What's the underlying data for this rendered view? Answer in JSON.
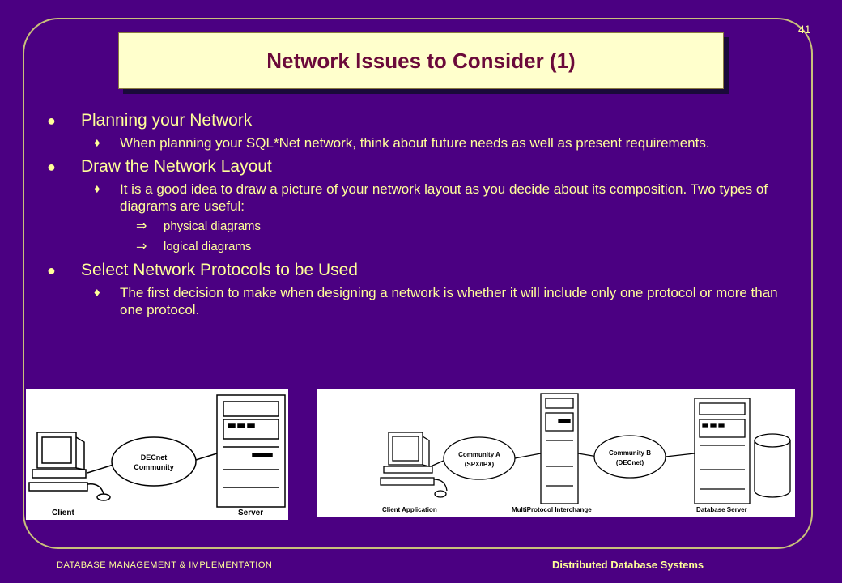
{
  "slide": {
    "number": "41",
    "title": "Network Issues to Consider (1)",
    "footer_left": "DATABASE  MANAGEMENT  & IMPLEMENTATION",
    "footer_right": "Distributed Database Systems"
  },
  "bullets": [
    {
      "text": "Planning your Network",
      "sub": [
        {
          "text": "When planning your SQL*Net network, think about future needs as well as present requirements."
        }
      ]
    },
    {
      "text": "Draw the Network Layout",
      "sub": [
        {
          "text": "It is a good idea to draw a picture of your network layout as you decide about its composition. Two types of diagrams are useful:",
          "items": [
            "physical diagrams",
            "logical diagrams"
          ]
        }
      ]
    },
    {
      "text": "Select Network Protocols to be Used",
      "sub": [
        {
          "text": "The first decision to make when designing a network is whether it will include only one protocol or more than one protocol."
        }
      ]
    }
  ],
  "glyphs": {
    "bullet1": "●",
    "bullet2": "♦",
    "bullet3": "⇒"
  },
  "diagram1": {
    "cloud": [
      "DECnet",
      "Community"
    ],
    "client": "Client",
    "server": "Server"
  },
  "diagram2": {
    "community_a": [
      "Community A",
      "(SPX/IPX)"
    ],
    "community_b": [
      "Community B",
      "(DECnet)"
    ],
    "client": "Client Application",
    "interchange": "MultiProtocol Interchange",
    "server": "Database Server"
  },
  "colors": {
    "background": "#4b0082",
    "text": "#ffff99",
    "title_box": "#ffffcc",
    "title_text": "#6b0a3a"
  }
}
